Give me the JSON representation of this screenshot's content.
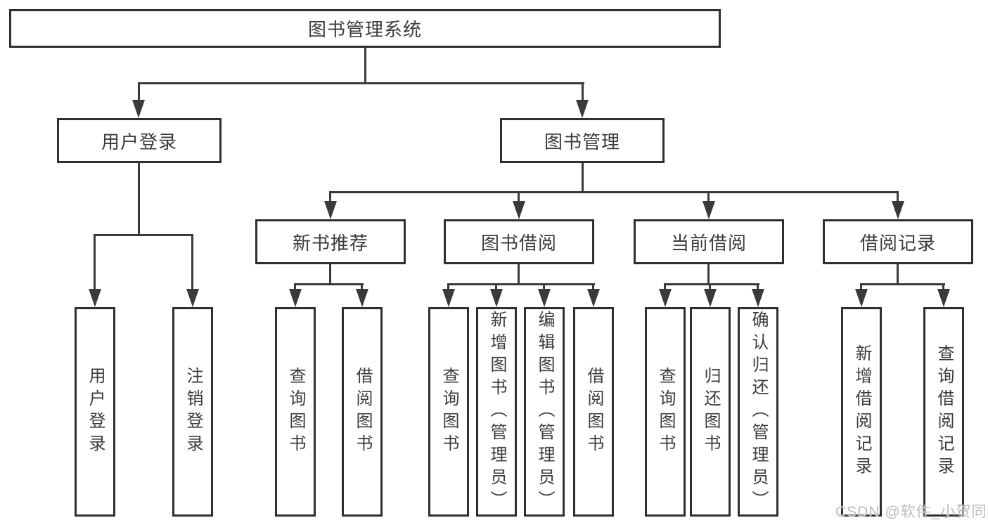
{
  "watermark": "CSDN @软件_小贺同学",
  "colors": {
    "line": "#3a3a3a",
    "box_border": "#2f2f2f",
    "text": "#3b3b3b",
    "watermark": "#bcbcbc",
    "background": "#ffffff"
  },
  "tree": {
    "label": "图书管理系统",
    "children": [
      {
        "label": "用户登录",
        "children": [
          {
            "label": "用户登录"
          },
          {
            "label": "注销登录"
          }
        ]
      },
      {
        "label": "图书管理",
        "children": [
          {
            "label": "新书推荐",
            "children": [
              {
                "label": "查询图书"
              },
              {
                "label": "借阅图书"
              }
            ]
          },
          {
            "label": "图书借阅",
            "children": [
              {
                "label": "查询图书"
              },
              {
                "label": "新增图书（管理员）"
              },
              {
                "label": "编辑图书（管理员）"
              },
              {
                "label": "借阅图书"
              }
            ]
          },
          {
            "label": "当前借阅",
            "children": [
              {
                "label": "查询图书"
              },
              {
                "label": "归还图书"
              },
              {
                "label": "确认归还（管理员）"
              }
            ]
          },
          {
            "label": "借阅记录",
            "children": [
              {
                "label": "新增借阅记录"
              },
              {
                "label": "查询借阅记录"
              }
            ]
          }
        ]
      }
    ]
  }
}
